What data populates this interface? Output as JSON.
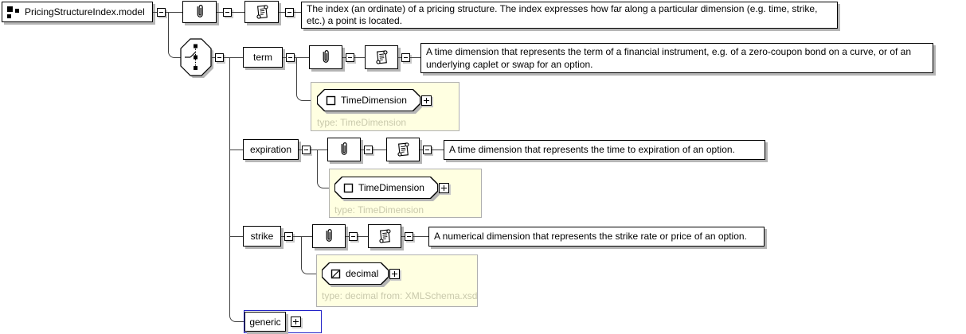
{
  "root": {
    "label": "PricingStructureIndex.model",
    "documentation": "The index (an ordinate) of a pricing structure. The index expresses how far along a particular dimension (e.g. time, strike, etc.) a point is located."
  },
  "elements": {
    "term": {
      "name": "term",
      "documentation": "A time dimension that represents the term of a financial instrument, e.g. of a zero-coupon bond on a curve, or of an underlying caplet or swap for an option.",
      "type": {
        "label": "TimeDimension",
        "note": "type: TimeDimension"
      }
    },
    "expiration": {
      "name": "expiration",
      "documentation": "A time dimension that represents the time to expiration of an option.",
      "type": {
        "label": "TimeDimension",
        "note": "type: TimeDimension"
      }
    },
    "strike": {
      "name": "strike",
      "documentation": "A numerical dimension that represents the strike rate or price of an option.",
      "type": {
        "label": "decimal",
        "note": "type: decimal from: XMLSchema.xsd"
      }
    },
    "generic": {
      "name": "generic"
    }
  },
  "icons": {
    "root_glyph": "schema-component-icon",
    "annotation": "paperclip-icon",
    "documentation": "scroll-icon",
    "compositor": "sequence-icon",
    "complex_type": "square-icon",
    "simple_type": "square-diagonal-icon",
    "collapse": "minus",
    "expand": "plus"
  },
  "colors": {
    "panel_background": "#FFFFE1",
    "panel_border": "#B0B0B0",
    "type_note_text": "#C9C9AC",
    "selection_outline": "#2222C8",
    "box_shadow": "#B5B5B5",
    "connector": "#404040"
  }
}
